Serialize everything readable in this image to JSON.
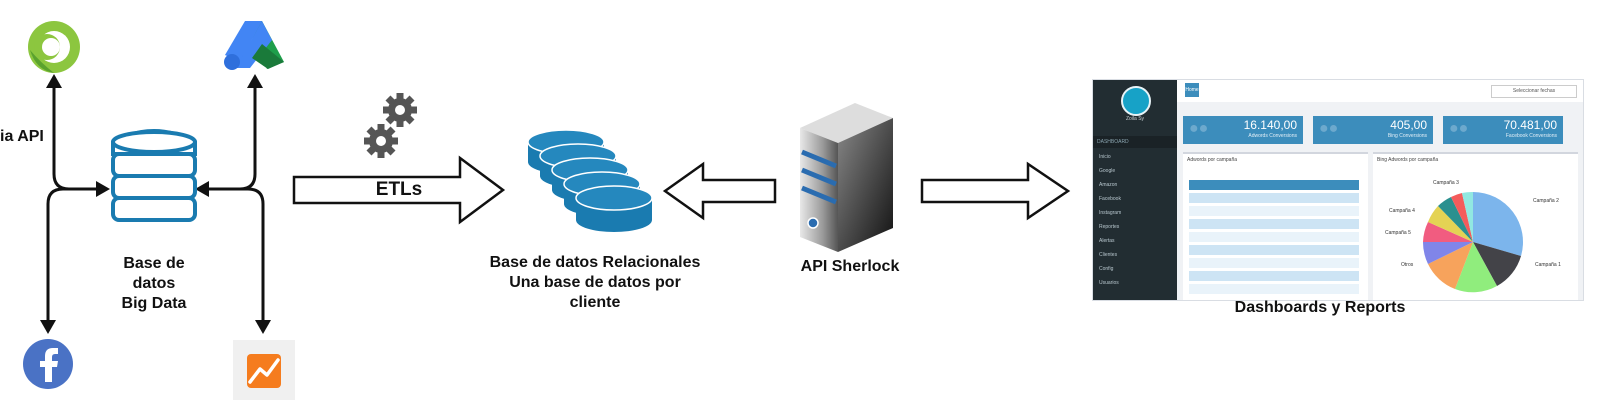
{
  "labels": {
    "api_cut": "ia API",
    "bigdata": [
      "Base de",
      "datos",
      "Big Data"
    ],
    "etl": "ETLs",
    "relational": [
      "Base de datos Relacionales",
      "Una base de datos por",
      "cliente"
    ],
    "api_sherlock": "API Sherlock",
    "dashboards": "Dashboards y Reports"
  },
  "icons": {
    "top_left": "ring-logo-icon",
    "top_right": "google-ads-icon",
    "bottom_left": "facebook-icon",
    "bottom_right": "analytics-icon",
    "gears": "gears-icon",
    "bigdata_db": "database-stack-icon",
    "relational_db": "multiple-databases-icon",
    "server": "server-icon"
  },
  "colors": {
    "db_blue": "#1a7bb0",
    "arrow_black": "#111111",
    "dashboard_blue": "#3c8dbc",
    "facebook_blue": "#4a72c5",
    "ring_green": "#8cc63f",
    "ads_blue": "#4285f4",
    "ads_green": "#1e9e4a",
    "analytics_orange": "#f57c1e"
  },
  "dashboard": {
    "user": "Zoila Sy",
    "section": "DASHBOARD",
    "menu": [
      "Inicio",
      "Google",
      "Amazon",
      "Facebook",
      "Instagram",
      "Reportes",
      "Alertas",
      "Clientes",
      "Config",
      "Usuarios"
    ],
    "home": "Home",
    "date_picker": "Seleccionar fechas",
    "kpis": [
      {
        "value": "16.140,00",
        "caption": "Adwords Conversions"
      },
      {
        "value": "405,00",
        "caption": "Bing Conversions"
      },
      {
        "value": "70.481,00",
        "caption": "Facebook Conversions"
      }
    ],
    "panel_left_title": "Adwords por campaña",
    "panel_right_title": "Bing Adwords por campaña",
    "pie_labels": [
      "Campaña 2",
      "Campaña 1",
      "Campaña 3",
      "Campaña 4",
      "Campaña 5",
      "Otros"
    ]
  }
}
